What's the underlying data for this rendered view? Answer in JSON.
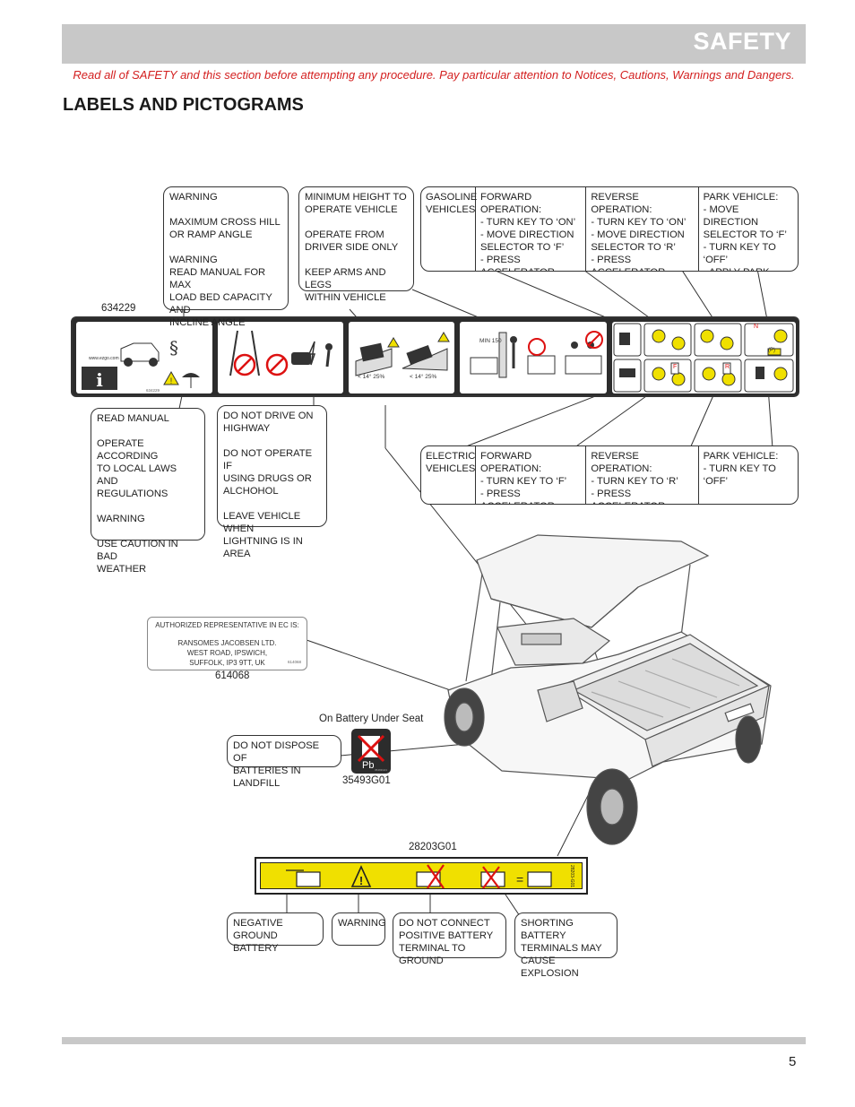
{
  "header": {
    "title": "SAFETY"
  },
  "intro": "Read all of SAFETY and this section before attempting any procedure. Pay particular attention to Notices, Cautions, Warnings and Dangers.",
  "section_title": "LABELS AND PICTOGRAMS",
  "page_number": "5",
  "codes": {
    "main_decal": "634229",
    "ec_decal": "614068",
    "battery_seat": "35493G01",
    "battery_strip": "28203G01"
  },
  "battery_location": "On Battery Under Seat",
  "callouts": {
    "warning_cross_hill": "WARNING\n\nMAXIMUM CROSS HILL\nOR RAMP ANGLE\n\nWARNING\nREAD MANUAL FOR MAX\nLOAD BED CAPACITY AND\nINCLINE ANGLE",
    "min_height": "MINIMUM HEIGHT TO\nOPERATE VEHICLE\n\nOPERATE FROM\nDRIVER SIDE ONLY\n\nKEEP ARMS AND LEGS\nWITHIN VEHICLE",
    "read_manual": "READ MANUAL\n\nOPERATE ACCORDING\nTO LOCAL LAWS AND\nREGULATIONS\n\nWARNING\n\nUSE CAUTION IN BAD\nWEATHER",
    "do_not_drive": "DO NOT DRIVE ON\nHIGHWAY\n\nDO NOT OPERATE IF\nUSING DRUGS OR\nALCHOHOL\n\nLEAVE VEHICLE WHEN\nLIGHTNING IS IN AREA",
    "dispose_batteries": "DO NOT DISPOSE OF\nBATTERIES IN LANDFILL",
    "negative_ground": "NEGATIVE GROUND\nBATTERY",
    "warning": "WARNING",
    "do_not_connect": "DO NOT CONNECT\nPOSITIVE BATTERY\nTERMINAL TO GROUND",
    "shorting": "SHORTING BATTERY\nTERMINALS MAY\nCAUSE EXPLOSION"
  },
  "gasoline_table": {
    "vehicle": "GASOLINE\nVEHICLES",
    "forward": "FORWARD OPERATION:\n- TURN KEY TO ‘ON’\n- MOVE DIRECTION\n  SELECTOR TO ‘F’\n- PRESS ACCELERATOR\n  PEDAL GENTLY",
    "reverse": "REVERSE OPERATION:\n- TURN KEY TO ‘ON’\n- MOVE DIRECTION\n  SELECTOR TO ‘R’\n- PRESS ACCELERATOR\n  PEDAL GENTLY",
    "park": "PARK VEHICLE:\n- MOVE DIRECTION\n  SELECTOR TO ‘F’\n- TURN KEY TO ‘OFF’\n- APPLY PARK\n  BRAKE"
  },
  "electric_table": {
    "vehicle": "ELECTRIC\nVEHICLES",
    "forward": "FORWARD OPERATION:\n- TURN KEY TO ‘F’\n- PRESS ACCELERATOR\n  PEDAL GENTLY",
    "reverse": "REVERSE OPERATION:\n- TURN KEY TO ‘R’\n- PRESS ACCELERATOR\n  PEDAL GENTLY",
    "park": "PARK VEHICLE:\n- TURN KEY TO ‘OFF’"
  },
  "decal_text": {
    "website": "www.ezgo.com",
    "decal_code_small": "634229",
    "min_label": "MIN 150",
    "angle_1": "< 14°  25%",
    "angle_2": "< 14°  25%",
    "seat_code_small": "35493G01",
    "strip_code_small": "28203-G01",
    "pb": "Pb",
    "selector_n": "N",
    "selector_f": "F",
    "selector_r": "R",
    "park_p": "(P)"
  },
  "ec_box": {
    "title": "AUTHORIZED REPRESENTATIVE IN EC IS:",
    "line1": "RANSOMES JACOBSEN LTD.",
    "line2": "WEST ROAD, IPSWICH,",
    "line3": "SUFFOLK, IP3 9TT, UK",
    "code": "614068"
  },
  "colors": {
    "intro_red": "#d31f1f",
    "bar_gray": "#c8c8c8",
    "decal_yellow": "#f0e000",
    "decal_dark": "#2c2c2c",
    "prohibit_red": "#d11"
  }
}
